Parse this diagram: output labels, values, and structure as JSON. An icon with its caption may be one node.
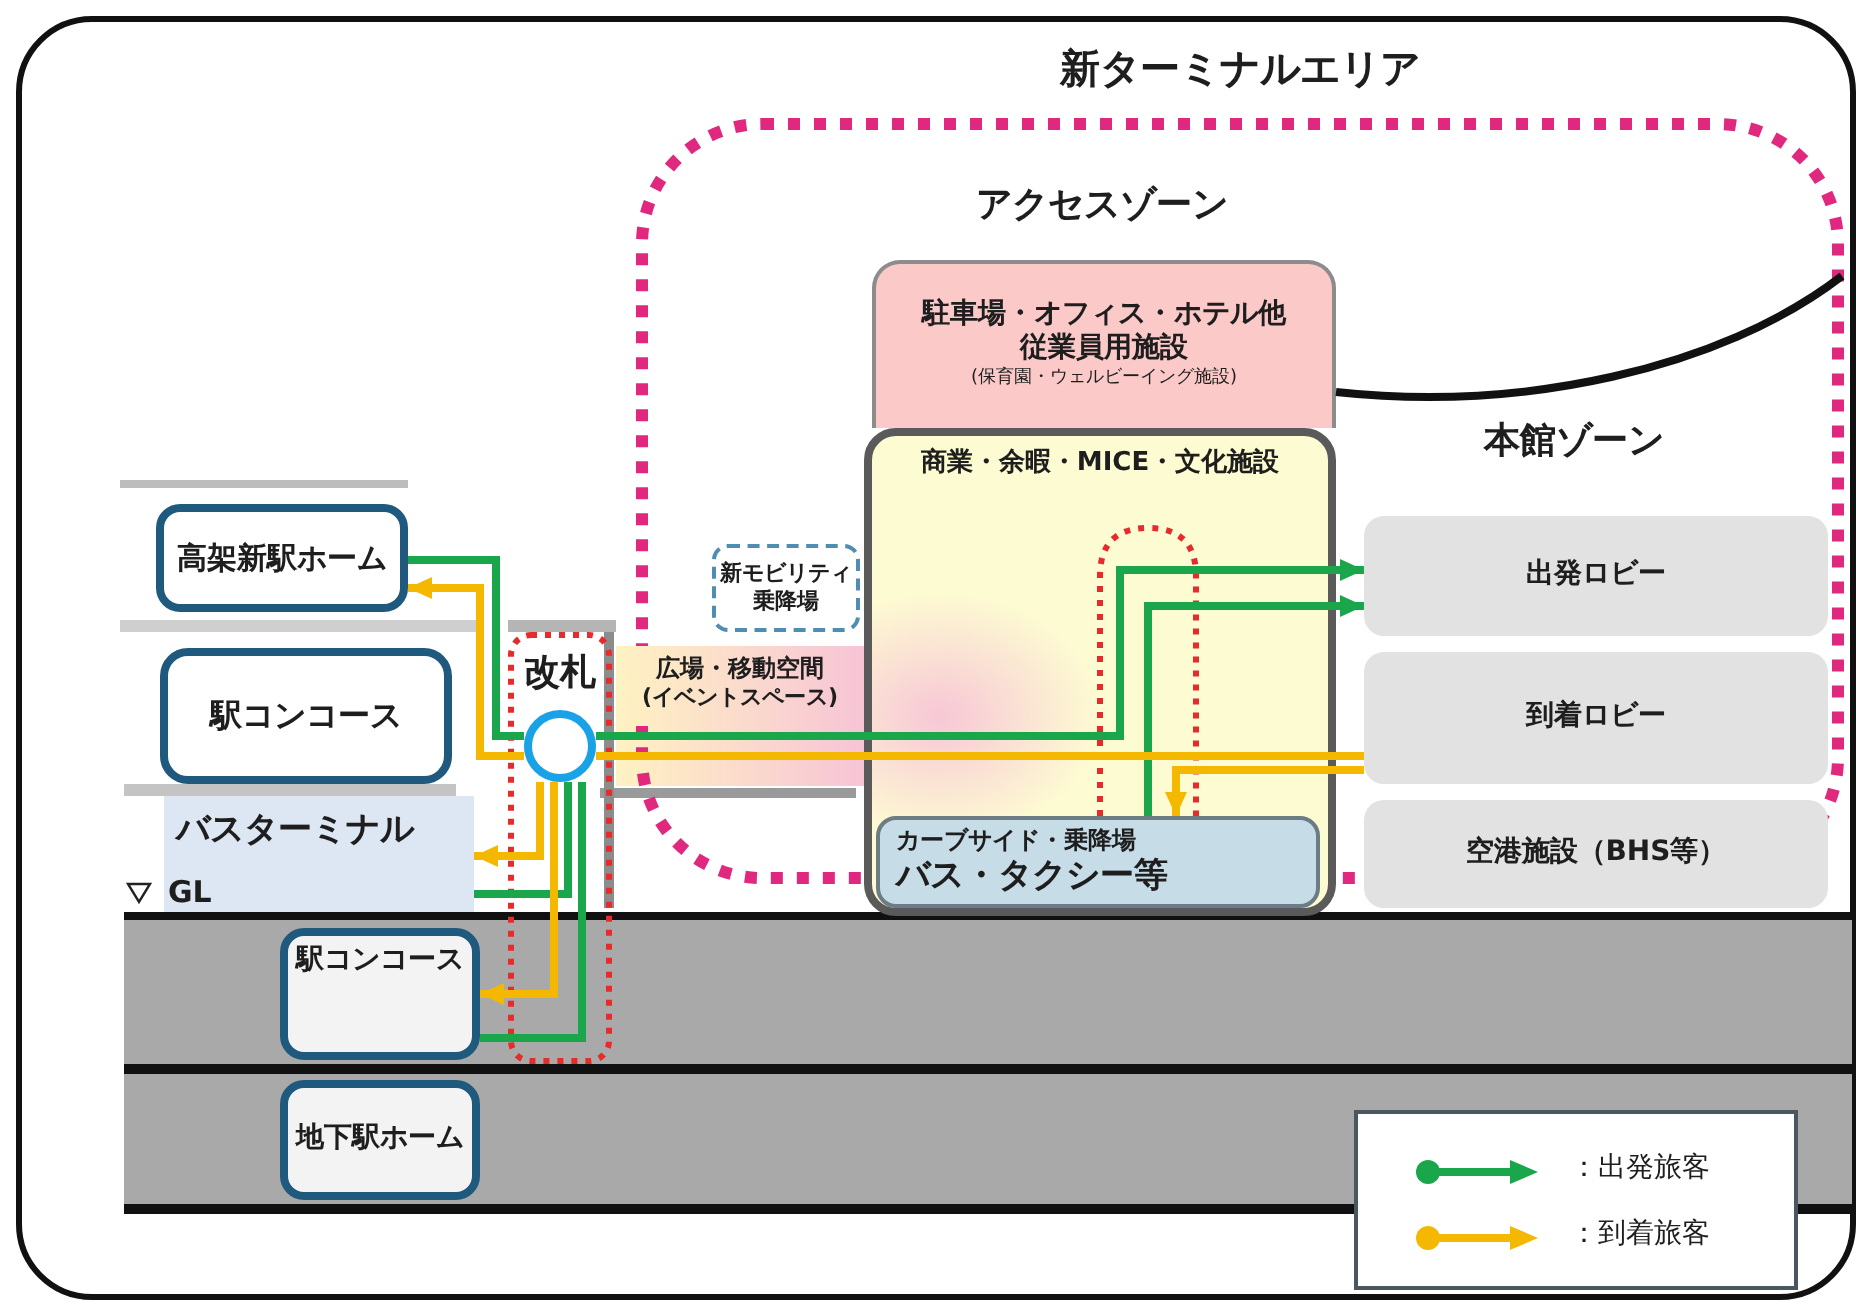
{
  "diagram": {
    "nodes": [
      {
        "text": [
          "新ターミナルエリア"
        ]
      },
      {
        "text": [
          "駐車場・オフィス・ホテル他",
          "従業員用施設",
          "(保育園・ウェルビーイング施設)"
        ],
        "in": 0
      },
      {
        "text": [
          "商業・余暇・MICE・文化施設"
        ]
      },
      {
        "text": [
          "出発ロビー"
        ],
        "in": 0
      },
      {
        "text": [
          "高架新駅ホーム"
        ]
      },
      {
        "text": [
          "新モビリティ乗降場"
        ],
        "in": 0
      },
      {
        "text": [
          "駅コンコース"
        ]
      },
      {
        "text": [
          "改札"
        ]
      },
      {
        "text": [
          "広場・移動空間",
          "(イベントスペース)"
        ]
      },
      {
        "text": [
          "到着ロビー"
        ],
        "in": 0
      },
      {
        "text": [
          "バスターミナル"
        ]
      },
      {
        "text": [
          "カーブサイド・乗降場",
          "バス・タクシー等"
        ],
        "in": 2
      },
      {
        "text": [
          "空港施設（BHS等）"
        ]
      },
      {
        "text": [
          "駅コンコース"
        ]
      },
      {
        "text": [
          "地下駅ホーム"
        ]
      }
    ],
    "edges": [
      {
        "from": 4,
        "to": 7,
        "arrow": "none",
        "color": "#1aa64a"
      },
      {
        "from": 10,
        "to": 7,
        "arrow": "none",
        "color": "#1aa64a"
      },
      {
        "from": 13,
        "to": 7,
        "arrow": "none",
        "color": "#1aa64a"
      },
      {
        "from": 7,
        "to": 3,
        "arrow": "to",
        "color": "#1aa64a"
      },
      {
        "from": 11,
        "to": 3,
        "arrow": "to",
        "color": "#1aa64a"
      },
      {
        "from": 9,
        "to": 7,
        "arrow": "none",
        "color": "#f5b800"
      },
      {
        "from": 7,
        "to": 4,
        "arrow": "to",
        "color": "#f5b800"
      },
      {
        "from": 7,
        "to": 10,
        "arrow": "to",
        "color": "#f5b800"
      },
      {
        "from": 7,
        "to": 13,
        "arrow": "to",
        "color": "#f5b800"
      },
      {
        "from": 9,
        "to": 11,
        "arrow": "to",
        "color": "#f5b800"
      }
    ],
    "labels": [
      "アクセスゾーン",
      "本館ゾーン",
      "GL"
    ],
    "legend": [
      {
        "text": "：出発旅客"
      },
      {
        "text": "：到着旅客"
      }
    ]
  }
}
